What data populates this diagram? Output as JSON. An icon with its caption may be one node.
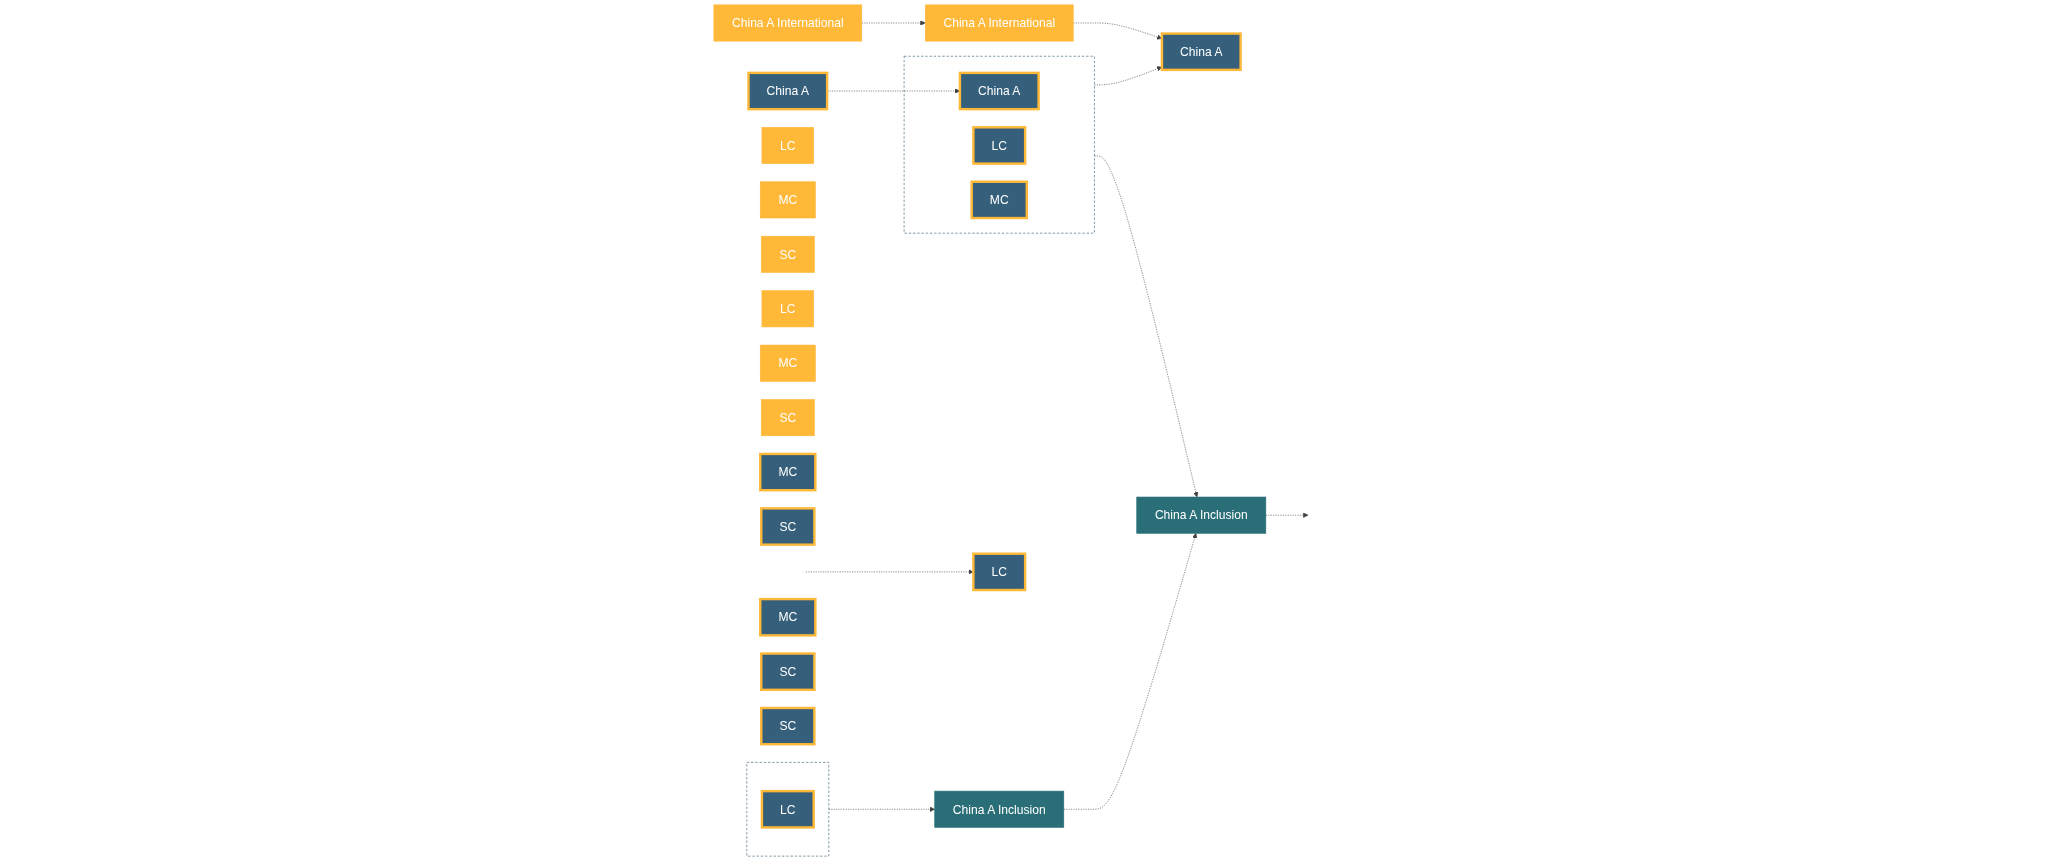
{
  "diagram": {
    "nodes": [
      {
        "text": [
          "China A International"
        ]
      },
      {
        "text": [
          "LC"
        ]
      },
      {
        "text": [
          "MC"
        ]
      },
      {
        "text": [
          "SC"
        ]
      },
      {
        "text": [
          "China A International"
        ]
      },
      {
        "text": [
          "LC"
        ]
      },
      {
        "text": [
          "MC"
        ]
      },
      {
        "text": [
          "SC"
        ]
      },
      {
        "text": [
          "China A"
        ]
      },
      {
        "text": [
          "LC"
        ]
      },
      {
        "text": [
          "MC"
        ]
      },
      {
        "text": [
          "SC"
        ]
      },
      {
        "text": [
          "China A"
        ]
      },
      {
        "text": [],
        "shape": "box"
      },
      {
        "text": [
          "LC"
        ],
        "in": 13
      },
      {
        "text": [
          "MC"
        ]
      },
      {
        "text": [
          "SC"
        ]
      },
      {
        "text": [],
        "shape": "box"
      },
      {
        "text": [
          "China A"
        ],
        "in": 17
      },
      {
        "text": [
          "LC"
        ],
        "in": 17
      },
      {
        "text": [
          "MC"
        ],
        "in": 17
      },
      {
        "text": [
          "SC"
        ]
      },
      {
        "text": [
          "China A Inclusion"
        ]
      },
      {
        "text": [
          "China A Inclusion"
        ]
      }
    ],
    "edges": [
      {
        "from": 0,
        "to": 4,
        "arrow": "to",
        "style": "dashed"
      },
      {
        "from": 4,
        "to": 8,
        "arrow": "to",
        "style": "dashed"
      },
      {
        "from": 12,
        "to": 18,
        "arrow": "to",
        "style": "dashed"
      },
      {
        "from": 17,
        "to": 8,
        "arrow": "to",
        "style": "dashed"
      },
      {
        "from": 13,
        "to": 22,
        "arrow": "to",
        "style": "dashed"
      },
      {
        "from": 17,
        "to": 23,
        "arrow": "to",
        "style": "dashed"
      },
      {
        "from": 22,
        "to": 23,
        "arrow": "to",
        "style": "dashed"
      },
      {
        "from": 23,
        "to": null,
        "arrow": "to",
        "style": "dashed"
      },
      {
        "from": null,
        "to": 9,
        "arrow": "to",
        "style": "dashed"
      }
    ]
  }
}
